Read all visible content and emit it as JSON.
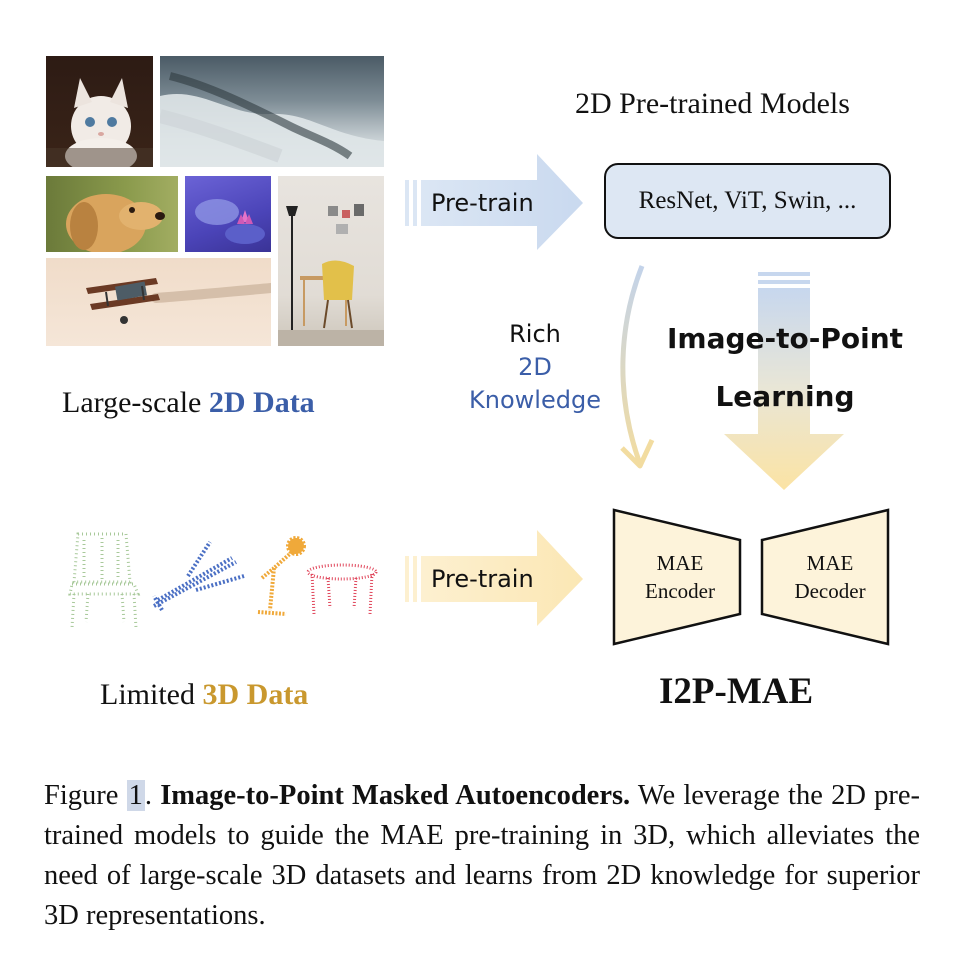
{
  "figure": {
    "left_panel": {
      "label_2d_prefix": "Large-scale ",
      "label_2d_highlight": "2D Data",
      "label_3d_prefix": "Limited ",
      "label_3d_highlight": "3D Data"
    },
    "pretrain_top": "Pre-train",
    "pretrain_bottom": "Pre-train",
    "models_title": "2D Pre-trained Models",
    "models_box_text": "ResNet, ViT, Swin, ...",
    "rich_line1": "Rich",
    "rich_line2": "2D",
    "rich_line3": "Knowledge",
    "learning_line1": "Image-to-Point",
    "learning_line2": "Learning",
    "encoder_line1": "MAE",
    "encoder_line2": "Encoder",
    "decoder_line1": "MAE",
    "decoder_line2": "Decoder",
    "method_name": "I2P-MAE",
    "colors": {
      "blue_2d": "#3b5ea8",
      "gold_3d": "#c9982e",
      "box_fill": "#dde7f3",
      "trap_fill": "#fdf3da"
    }
  },
  "caption": {
    "prefix": "Figure ",
    "ref": "1",
    "after_ref": ". ",
    "bold": "Image-to-Point Masked Autoencoders.",
    "body": " We leverage the 2D pre-trained models to guide the MAE pre-training in 3D, which alleviates the need of large-scale 3D datasets and learns from 2D knowledge for superior 3D representations."
  }
}
